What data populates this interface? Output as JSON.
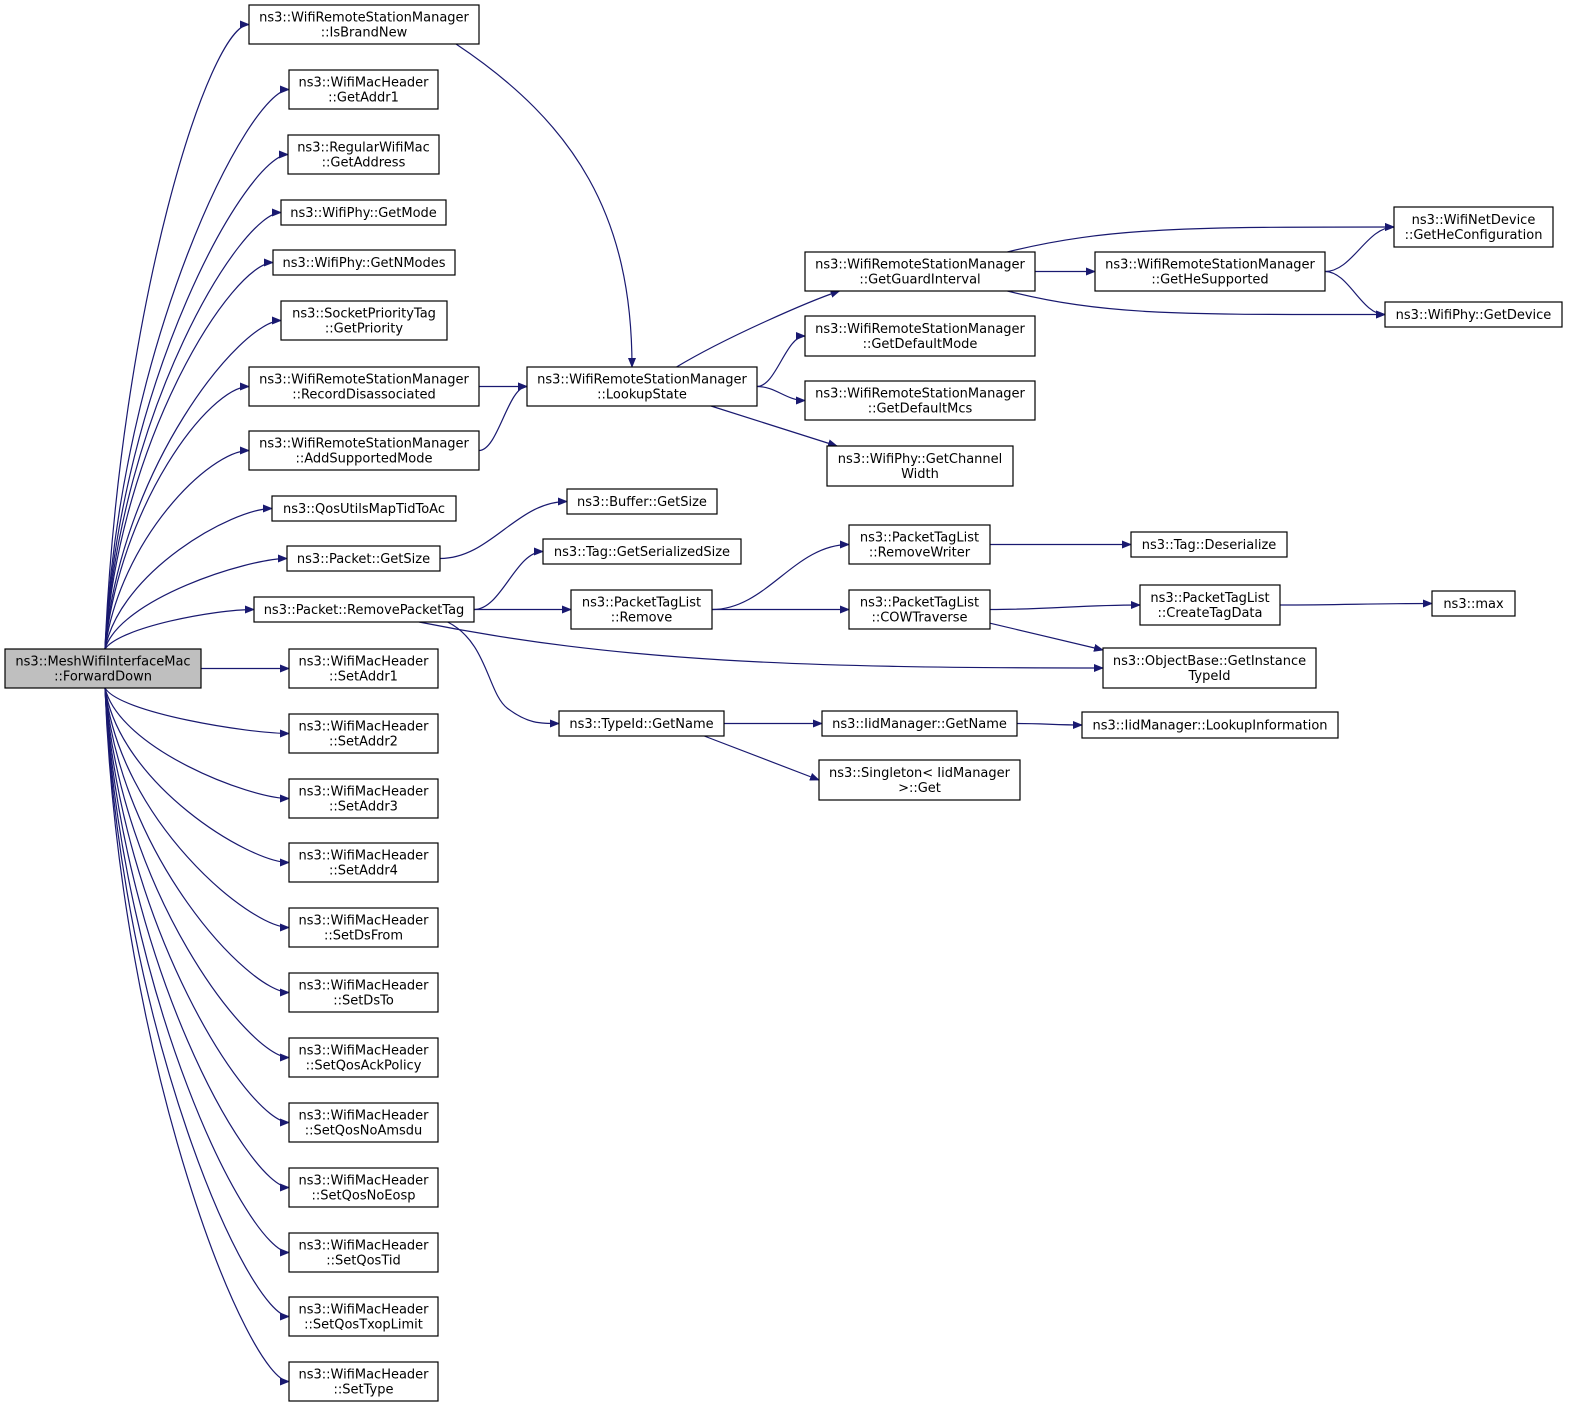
{
  "nodes": [
    {
      "id": "root",
      "lines": [
        "ns3::MeshWifiInterfaceMac",
        "::ForwardDown"
      ],
      "highlight": true
    },
    {
      "id": "isBrandNew",
      "lines": [
        "ns3::WifiRemoteStationManager",
        "::IsBrandNew"
      ]
    },
    {
      "id": "getAddr1",
      "lines": [
        "ns3::WifiMacHeader",
        "::GetAddr1"
      ]
    },
    {
      "id": "getAddress",
      "lines": [
        "ns3::RegularWifiMac",
        "::GetAddress"
      ]
    },
    {
      "id": "getMode",
      "lines": [
        "ns3::WifiPhy::GetMode"
      ]
    },
    {
      "id": "getNModes",
      "lines": [
        "ns3::WifiPhy::GetNModes"
      ]
    },
    {
      "id": "getPriority",
      "lines": [
        "ns3::SocketPriorityTag",
        "::GetPriority"
      ]
    },
    {
      "id": "recordDisassociated",
      "lines": [
        "ns3::WifiRemoteStationManager",
        "::RecordDisassociated"
      ]
    },
    {
      "id": "addSupportedMode",
      "lines": [
        "ns3::WifiRemoteStationManager",
        "::AddSupportedMode"
      ]
    },
    {
      "id": "qosUtils",
      "lines": [
        "ns3::QosUtilsMapTidToAc"
      ]
    },
    {
      "id": "packetGetSize",
      "lines": [
        "ns3::Packet::GetSize"
      ]
    },
    {
      "id": "removePacketTag",
      "lines": [
        "ns3::Packet::RemovePacketTag"
      ]
    },
    {
      "id": "setAddr1",
      "lines": [
        "ns3::WifiMacHeader",
        "::SetAddr1"
      ]
    },
    {
      "id": "setAddr2",
      "lines": [
        "ns3::WifiMacHeader",
        "::SetAddr2"
      ]
    },
    {
      "id": "setAddr3",
      "lines": [
        "ns3::WifiMacHeader",
        "::SetAddr3"
      ]
    },
    {
      "id": "setAddr4",
      "lines": [
        "ns3::WifiMacHeader",
        "::SetAddr4"
      ]
    },
    {
      "id": "setDsFrom",
      "lines": [
        "ns3::WifiMacHeader",
        "::SetDsFrom"
      ]
    },
    {
      "id": "setDsTo",
      "lines": [
        "ns3::WifiMacHeader",
        "::SetDsTo"
      ]
    },
    {
      "id": "setQosAckPolicy",
      "lines": [
        "ns3::WifiMacHeader",
        "::SetQosAckPolicy"
      ]
    },
    {
      "id": "setQosNoAmsdu",
      "lines": [
        "ns3::WifiMacHeader",
        "::SetQosNoAmsdu"
      ]
    },
    {
      "id": "setQosNoEosp",
      "lines": [
        "ns3::WifiMacHeader",
        "::SetQosNoEosp"
      ]
    },
    {
      "id": "setQosTid",
      "lines": [
        "ns3::WifiMacHeader",
        "::SetQosTid"
      ]
    },
    {
      "id": "setQosTxopLimit",
      "lines": [
        "ns3::WifiMacHeader",
        "::SetQosTxopLimit"
      ]
    },
    {
      "id": "setType",
      "lines": [
        "ns3::WifiMacHeader",
        "::SetType"
      ]
    },
    {
      "id": "lookupState",
      "lines": [
        "ns3::WifiRemoteStationManager",
        "::LookupState"
      ]
    },
    {
      "id": "bufferGetSize",
      "lines": [
        "ns3::Buffer::GetSize"
      ]
    },
    {
      "id": "tagGetSerializedSize",
      "lines": [
        "ns3::Tag::GetSerializedSize"
      ]
    },
    {
      "id": "ptlRemove",
      "lines": [
        "ns3::PacketTagList",
        "::Remove"
      ]
    },
    {
      "id": "typeIdGetName",
      "lines": [
        "ns3::TypeId::GetName"
      ]
    },
    {
      "id": "getGuardInterval",
      "lines": [
        "ns3::WifiRemoteStationManager",
        "::GetGuardInterval"
      ]
    },
    {
      "id": "getDefaultMode",
      "lines": [
        "ns3::WifiRemoteStationManager",
        "::GetDefaultMode"
      ]
    },
    {
      "id": "getDefaultMcs",
      "lines": [
        "ns3::WifiRemoteStationManager",
        "::GetDefaultMcs"
      ]
    },
    {
      "id": "getChannelWidth",
      "lines": [
        "ns3::WifiPhy::GetChannel",
        "Width"
      ]
    },
    {
      "id": "removeWriter",
      "lines": [
        "ns3::PacketTagList",
        "::RemoveWriter"
      ]
    },
    {
      "id": "cowTraverse",
      "lines": [
        "ns3::PacketTagList",
        "::COWTraverse"
      ]
    },
    {
      "id": "iidGetName",
      "lines": [
        "ns3::IidManager::GetName"
      ]
    },
    {
      "id": "singletonGet",
      "lines": [
        "ns3::Singleton< IidManager",
        ">::Get"
      ]
    },
    {
      "id": "getHeSupported",
      "lines": [
        "ns3::WifiRemoteStationManager",
        "::GetHeSupported"
      ]
    },
    {
      "id": "getHeConfiguration",
      "lines": [
        "ns3::WifiNetDevice",
        "::GetHeConfiguration"
      ]
    },
    {
      "id": "phyGetDevice",
      "lines": [
        "ns3::WifiPhy::GetDevice"
      ]
    },
    {
      "id": "tagDeserialize",
      "lines": [
        "ns3::Tag::Deserialize"
      ]
    },
    {
      "id": "createTagData",
      "lines": [
        "ns3::PacketTagList",
        "::CreateTagData"
      ]
    },
    {
      "id": "getInstanceTypeId",
      "lines": [
        "ns3::ObjectBase::GetInstance",
        "TypeId"
      ]
    },
    {
      "id": "lookupInformation",
      "lines": [
        "ns3::IidManager::LookupInformation"
      ]
    },
    {
      "id": "max",
      "lines": [
        "ns3::max"
      ]
    }
  ],
  "edges": [
    [
      "root",
      "isBrandNew"
    ],
    [
      "root",
      "getAddr1"
    ],
    [
      "root",
      "getAddress"
    ],
    [
      "root",
      "getMode"
    ],
    [
      "root",
      "getNModes"
    ],
    [
      "root",
      "getPriority"
    ],
    [
      "root",
      "recordDisassociated"
    ],
    [
      "root",
      "addSupportedMode"
    ],
    [
      "root",
      "qosUtils"
    ],
    [
      "root",
      "packetGetSize"
    ],
    [
      "root",
      "removePacketTag"
    ],
    [
      "root",
      "setAddr1"
    ],
    [
      "root",
      "setAddr2"
    ],
    [
      "root",
      "setAddr3"
    ],
    [
      "root",
      "setAddr4"
    ],
    [
      "root",
      "setDsFrom"
    ],
    [
      "root",
      "setDsTo"
    ],
    [
      "root",
      "setQosAckPolicy"
    ],
    [
      "root",
      "setQosNoAmsdu"
    ],
    [
      "root",
      "setQosNoEosp"
    ],
    [
      "root",
      "setQosTid"
    ],
    [
      "root",
      "setQosTxopLimit"
    ],
    [
      "root",
      "setType"
    ],
    [
      "isBrandNew",
      "lookupState"
    ],
    [
      "recordDisassociated",
      "lookupState"
    ],
    [
      "addSupportedMode",
      "lookupState"
    ],
    [
      "lookupState",
      "getGuardInterval"
    ],
    [
      "lookupState",
      "getDefaultMode"
    ],
    [
      "lookupState",
      "getDefaultMcs"
    ],
    [
      "lookupState",
      "getChannelWidth"
    ],
    [
      "getGuardInterval",
      "getHeSupported"
    ],
    [
      "getGuardInterval",
      "getHeConfiguration"
    ],
    [
      "getGuardInterval",
      "phyGetDevice"
    ],
    [
      "getHeSupported",
      "getHeConfiguration"
    ],
    [
      "getHeSupported",
      "phyGetDevice"
    ],
    [
      "packetGetSize",
      "bufferGetSize"
    ],
    [
      "removePacketTag",
      "tagGetSerializedSize"
    ],
    [
      "removePacketTag",
      "ptlRemove"
    ],
    [
      "removePacketTag",
      "getInstanceTypeId"
    ],
    [
      "removePacketTag",
      "typeIdGetName"
    ],
    [
      "ptlRemove",
      "removeWriter"
    ],
    [
      "ptlRemove",
      "cowTraverse"
    ],
    [
      "removeWriter",
      "tagDeserialize"
    ],
    [
      "cowTraverse",
      "createTagData"
    ],
    [
      "cowTraverse",
      "getInstanceTypeId"
    ],
    [
      "createTagData",
      "max"
    ],
    [
      "typeIdGetName",
      "iidGetName"
    ],
    [
      "typeIdGetName",
      "singletonGet"
    ],
    [
      "iidGetName",
      "lookupInformation"
    ]
  ],
  "colors": {
    "edge": "#191970",
    "node_border": "#000000",
    "root_fill": "#bfbfbf",
    "node_fill": "#ffffff"
  }
}
